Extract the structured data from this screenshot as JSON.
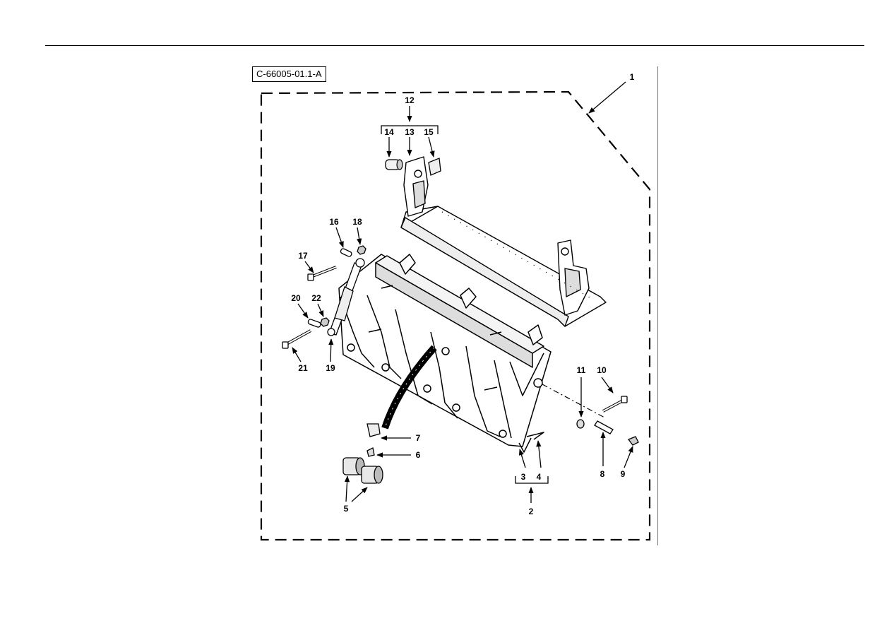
{
  "figure": {
    "id": "C-66005-01.1-A"
  },
  "callouts": {
    "c1": "1",
    "c2": "2",
    "c3": "3",
    "c4": "4",
    "c5": "5",
    "c6": "6",
    "c7": "7",
    "c8": "8",
    "c9": "9",
    "c10": "10",
    "c11": "11",
    "c12": "12",
    "c13": "13",
    "c14": "14",
    "c15": "15",
    "c16": "16",
    "c17": "17",
    "c18": "18",
    "c19": "19",
    "c20": "20",
    "c21": "21",
    "c22": "22"
  }
}
